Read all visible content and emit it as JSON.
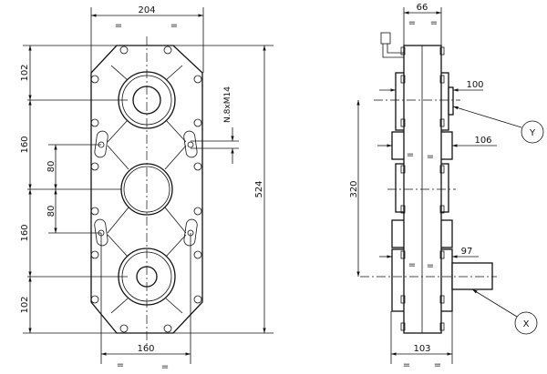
{
  "front_view": {
    "width_dim": "204",
    "top_eq_left": "=",
    "top_eq_right": "=",
    "left_dims": [
      "102",
      "160",
      "160",
      "102"
    ],
    "inner_dims": [
      "80",
      "80"
    ],
    "height_dim": "524",
    "hole_spec": "N.8xM14",
    "bottom_dim": "160",
    "bottom_eq_left": "=",
    "bottom_eq_right": "="
  },
  "side_view": {
    "width_dim": "66",
    "top_eq_left": "=",
    "top_eq_right": "=",
    "dim_upper": "100",
    "dim_middle": "106",
    "dim_lower": "97",
    "center_distance": "320",
    "bottom_dim": "103",
    "bottom_eq_left": "=",
    "bottom_eq_right": "=",
    "mid_eq_left": "=",
    "mid_eq_right": "=",
    "low_eq_left": "=",
    "low_eq_right": "=",
    "callout_y": "Y",
    "callout_x": "X"
  }
}
